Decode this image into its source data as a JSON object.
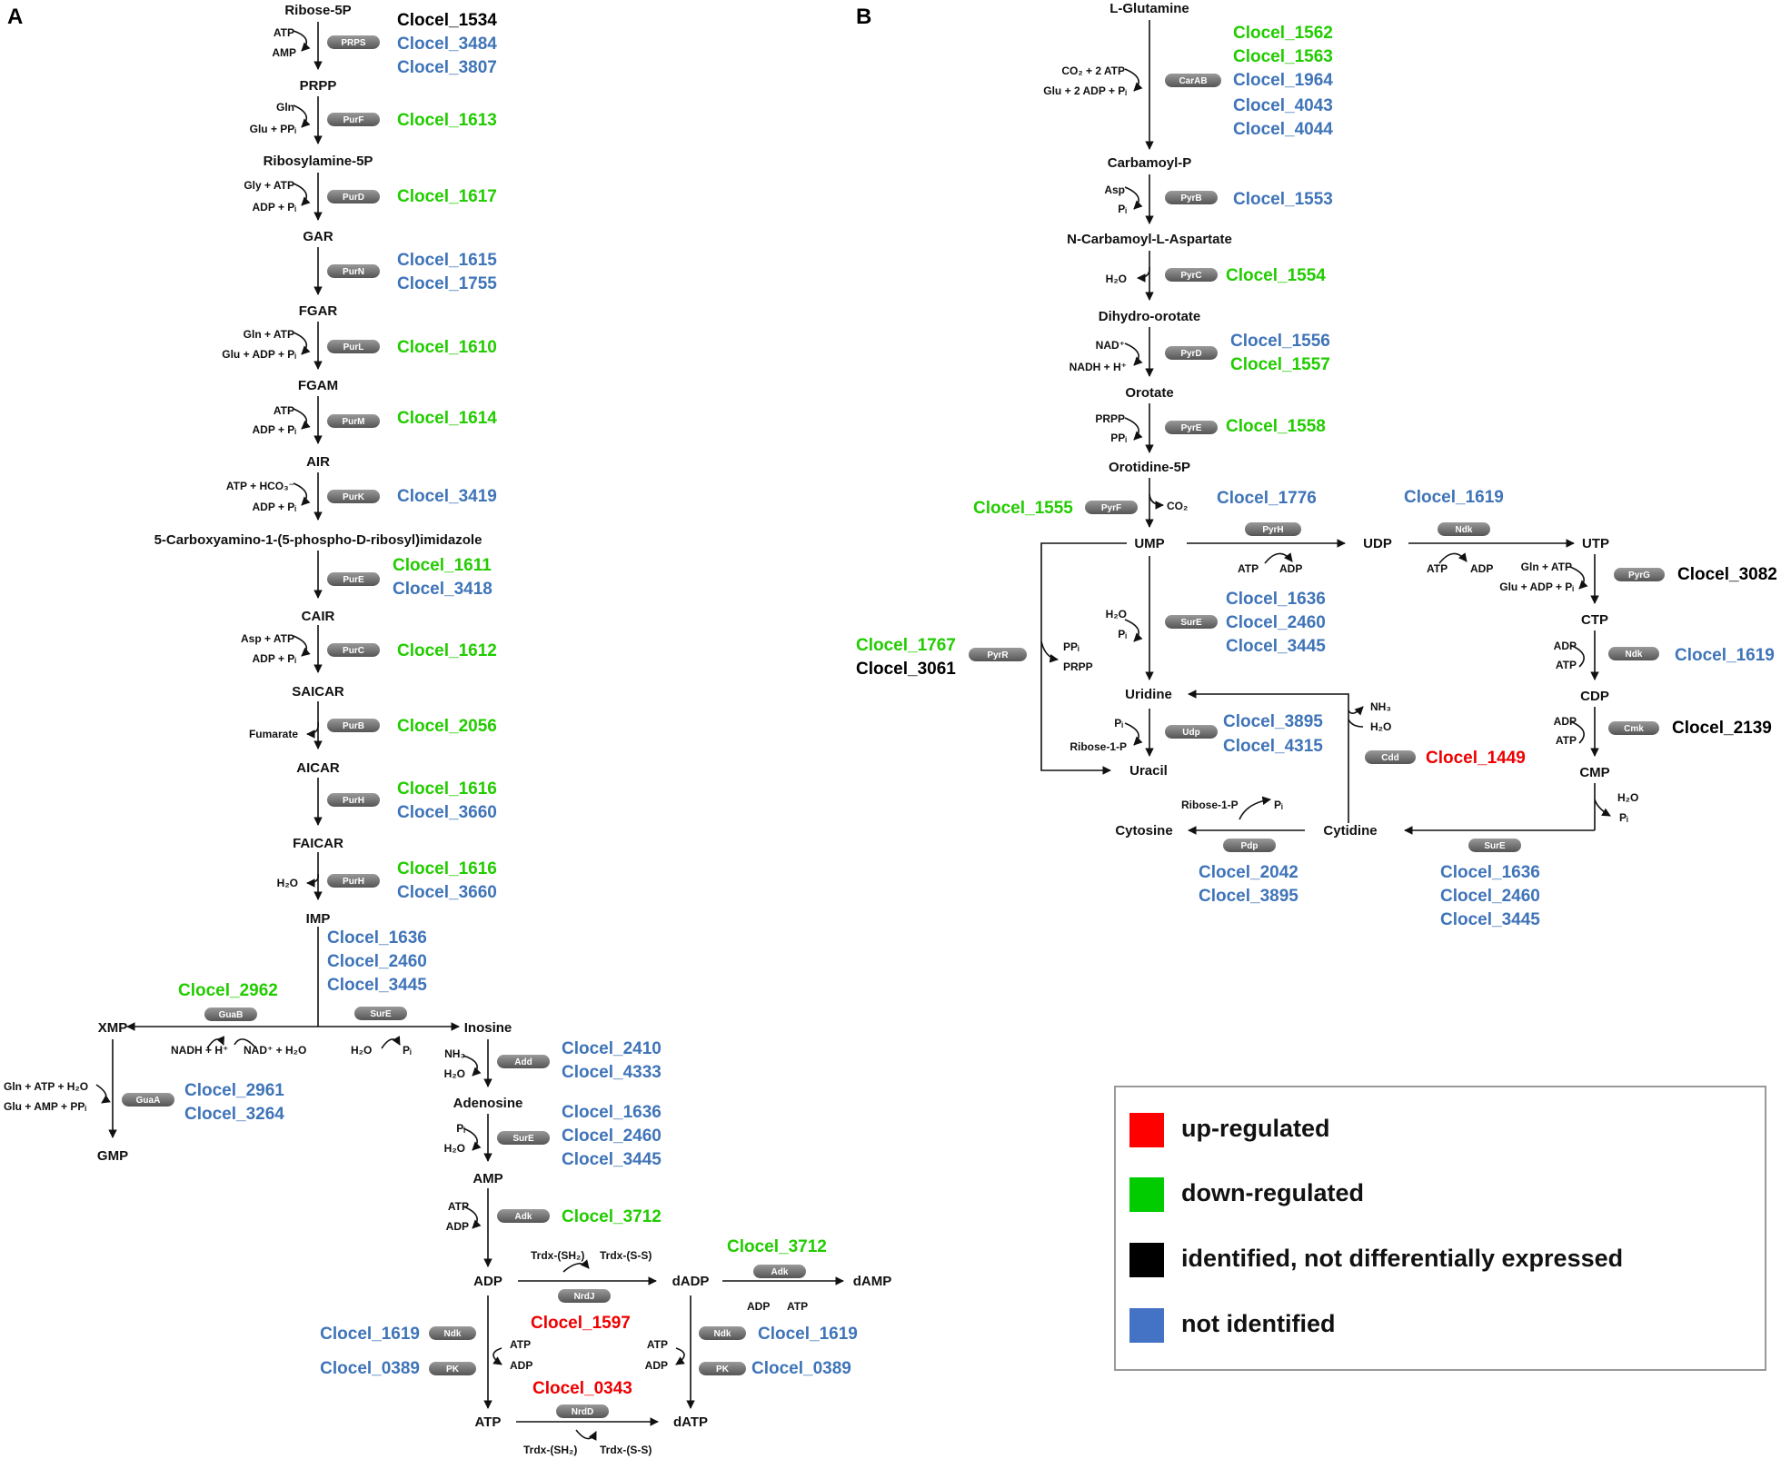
{
  "panels": {
    "a": "A",
    "b": "B"
  },
  "legend": [
    {
      "label": "up-regulated",
      "color": "#ff0000"
    },
    {
      "label": "down-regulated",
      "color": "#00cc00"
    },
    {
      "label": "identified, not differentially expressed",
      "color": "#000000"
    },
    {
      "label": "not identified",
      "color": "#4472c4"
    }
  ],
  "colors": {
    "up": "#ee0000",
    "down": "#22cc00",
    "ident": "#000000",
    "none": "#3f74b8",
    "enzyme": "#6a6a6a"
  },
  "a": {
    "metabolites": [
      "Ribose-5P",
      "PRPP",
      "Ribosylamine-5P",
      "GAR",
      "FGAR",
      "FGAM",
      "AIR",
      "5-Carboxyamino-1-(5-phospho-D-ribosyl)imidazole",
      "CAIR",
      "SAICAR",
      "AICAR",
      "FAICAR",
      "IMP",
      "XMP",
      "GMP",
      "Inosine",
      "Adenosine",
      "AMP",
      "ADP",
      "dADP",
      "dAMP",
      "ATP",
      "dATP"
    ],
    "enzymes": [
      "PRPS",
      "PurF",
      "PurD",
      "PurN",
      "PurL",
      "PurM",
      "PurK",
      "PurE",
      "PurC",
      "PurB",
      "PurH",
      "PurH",
      "GuaB",
      "SurE",
      "GuaA",
      "Add",
      "SurE",
      "Adk",
      "NrdJ",
      "Adk",
      "Ndk",
      "PK",
      "Ndk",
      "PK",
      "NrdD"
    ],
    "cofactors": [
      "ATP",
      "AMP",
      "Gln",
      "Glu + PPᵢ",
      "Gly + ATP",
      "ADP + Pᵢ",
      "Gln + ATP",
      "Glu + ADP + Pᵢ",
      "ATP",
      "ADP + Pᵢ",
      "ATP + HCO₃⁻",
      "ADP + Pᵢ",
      "Asp + ATP",
      "ADP + Pᵢ",
      "Fumarate",
      "H₂O",
      "NADH + H⁺",
      "NAD⁺ + H₂O",
      "H₂O",
      "Pᵢ",
      "Gln + ATP + H₂O",
      "Glu + AMP + PPᵢ",
      "NH₃",
      "H₂O",
      "Pᵢ",
      "H₂O",
      "ATP",
      "ADP",
      "Trdx-(SH₂)",
      "Trdx-(S-S)",
      "ADP",
      "ATP",
      "ATP",
      "ADP",
      "ATP",
      "ADP",
      "Trdx-(SH₂)",
      "Trdx-(S-S)"
    ],
    "genes": [
      {
        "t": "Clocel_1534",
        "c": "ident"
      },
      {
        "t": "Clocel_3484",
        "c": "none"
      },
      {
        "t": "Clocel_3807",
        "c": "none"
      },
      {
        "t": "Clocel_1613",
        "c": "down"
      },
      {
        "t": "Clocel_1617",
        "c": "down"
      },
      {
        "t": "Clocel_1615",
        "c": "none"
      },
      {
        "t": "Clocel_1755",
        "c": "none"
      },
      {
        "t": "Clocel_1610",
        "c": "down"
      },
      {
        "t": "Clocel_1614",
        "c": "down"
      },
      {
        "t": "Clocel_3419",
        "c": "none"
      },
      {
        "t": "Clocel_1611",
        "c": "down"
      },
      {
        "t": "Clocel_3418",
        "c": "none"
      },
      {
        "t": "Clocel_1612",
        "c": "down"
      },
      {
        "t": "Clocel_2056",
        "c": "down"
      },
      {
        "t": "Clocel_1616",
        "c": "down"
      },
      {
        "t": "Clocel_3660",
        "c": "none"
      },
      {
        "t": "Clocel_1616",
        "c": "down"
      },
      {
        "t": "Clocel_3660",
        "c": "none"
      },
      {
        "t": "Clocel_1636",
        "c": "none"
      },
      {
        "t": "Clocel_2460",
        "c": "none"
      },
      {
        "t": "Clocel_3445",
        "c": "none"
      },
      {
        "t": "Clocel_2962",
        "c": "down"
      },
      {
        "t": "Clocel_2961",
        "c": "none"
      },
      {
        "t": "Clocel_3264",
        "c": "none"
      },
      {
        "t": "Clocel_2410",
        "c": "none"
      },
      {
        "t": "Clocel_4333",
        "c": "none"
      },
      {
        "t": "Clocel_1636",
        "c": "none"
      },
      {
        "t": "Clocel_2460",
        "c": "none"
      },
      {
        "t": "Clocel_3445",
        "c": "none"
      },
      {
        "t": "Clocel_3712",
        "c": "down"
      },
      {
        "t": "Clocel_3712",
        "c": "down"
      },
      {
        "t": "Clocel_1597",
        "c": "up"
      },
      {
        "t": "Clocel_1619",
        "c": "none"
      },
      {
        "t": "Clocel_0389",
        "c": "none"
      },
      {
        "t": "Clocel_1619",
        "c": "none"
      },
      {
        "t": "Clocel_0389",
        "c": "none"
      },
      {
        "t": "Clocel_0343",
        "c": "up"
      }
    ]
  },
  "b": {
    "metabolites": [
      "L-Glutamine",
      "Carbamoyl-P",
      "N-Carbamoyl-L-Aspartate",
      "Dihydro-orotate",
      "Orotate",
      "Orotidine-5P",
      "UMP",
      "UDP",
      "UTP",
      "CTP",
      "CDP",
      "CMP",
      "Uridine",
      "Uracil",
      "Cytosine",
      "Cytidine"
    ],
    "enzymes": [
      "CarAB",
      "PyrB",
      "PyrC",
      "PyrD",
      "PyrE",
      "PyrF",
      "PyrH",
      "Ndk",
      "PyrG",
      "Ndk",
      "Cmk",
      "SurE",
      "PyrR",
      "Udp",
      "Cdd",
      "Pdp",
      "SurE"
    ],
    "cofactors": [
      "CO₂ + 2 ATP",
      "Glu + 2 ADP + Pᵢ",
      "Asp",
      "Pᵢ",
      "H₂O",
      "NAD⁺",
      "NADH + H⁺",
      "PRPP",
      "PPᵢ",
      "CO₂",
      "ATP",
      "ADP",
      "ATP",
      "ADP",
      "Gln + ATP",
      "Glu + ADP + Pᵢ",
      "ADP",
      "ATP",
      "ADP",
      "ATP",
      "H₂O",
      "Pᵢ",
      "PPᵢ",
      "PRPP",
      "Pᵢ",
      "Ribose-1-P",
      "NH₃",
      "H₂O",
      "H₂O",
      "Pᵢ",
      "Ribose-1-P",
      "Pᵢ"
    ],
    "genes": [
      {
        "t": "Clocel_1562",
        "c": "down"
      },
      {
        "t": "Clocel_1563",
        "c": "down"
      },
      {
        "t": "Clocel_1964",
        "c": "none"
      },
      {
        "t": "Clocel_4043",
        "c": "none"
      },
      {
        "t": "Clocel_4044",
        "c": "none"
      },
      {
        "t": "Clocel_1553",
        "c": "none"
      },
      {
        "t": "Clocel_1554",
        "c": "down"
      },
      {
        "t": "Clocel_1556",
        "c": "none"
      },
      {
        "t": "Clocel_1557",
        "c": "down"
      },
      {
        "t": "Clocel_1558",
        "c": "down"
      },
      {
        "t": "Clocel_1555",
        "c": "down"
      },
      {
        "t": "Clocel_1776",
        "c": "none"
      },
      {
        "t": "Clocel_1619",
        "c": "none"
      },
      {
        "t": "Clocel_3082",
        "c": "ident"
      },
      {
        "t": "Clocel_1619",
        "c": "none"
      },
      {
        "t": "Clocel_2139",
        "c": "ident"
      },
      {
        "t": "Clocel_1636",
        "c": "none"
      },
      {
        "t": "Clocel_2460",
        "c": "none"
      },
      {
        "t": "Clocel_3445",
        "c": "none"
      },
      {
        "t": "Clocel_1767",
        "c": "down"
      },
      {
        "t": "Clocel_3061",
        "c": "ident"
      },
      {
        "t": "Clocel_3895",
        "c": "none"
      },
      {
        "t": "Clocel_4315",
        "c": "none"
      },
      {
        "t": "Clocel_1449",
        "c": "up"
      },
      {
        "t": "Clocel_2042",
        "c": "none"
      },
      {
        "t": "Clocel_3895",
        "c": "none"
      },
      {
        "t": "Clocel_1636",
        "c": "none"
      },
      {
        "t": "Clocel_2460",
        "c": "none"
      },
      {
        "t": "Clocel_3445",
        "c": "none"
      }
    ]
  }
}
